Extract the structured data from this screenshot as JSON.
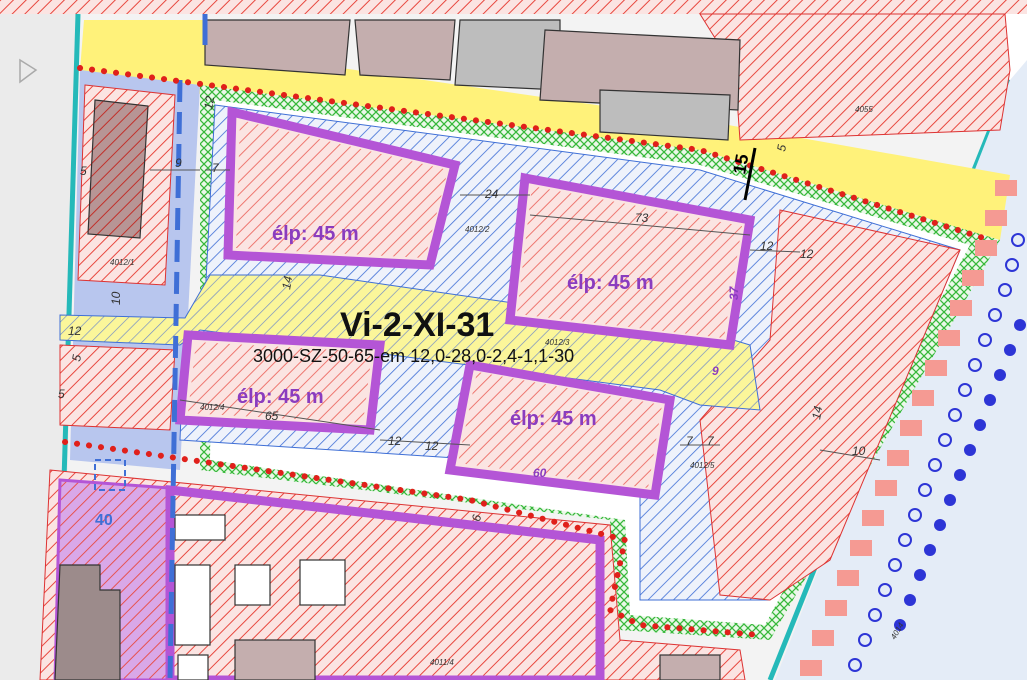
{
  "zone": {
    "code": "Vi-2-XI-31",
    "params": "3000-SZ-50-65-em 12,0-28,0-2,4-1,1-30"
  },
  "buildings": [
    {
      "label": "élp: 45 m"
    },
    {
      "label": "élp: 45 m"
    },
    {
      "label": "élp: 45 m"
    },
    {
      "label": "élp: 45 m"
    }
  ],
  "parcels": [
    "4055",
    "4012/2",
    "4012/1",
    "4012/4",
    "4012/3",
    "4012/5",
    "4011/4",
    "4014"
  ],
  "dimensions": [
    "12",
    "9",
    "5",
    "7",
    "24",
    "73",
    "15",
    "5",
    "12",
    "12",
    "37",
    "9",
    "10",
    "12",
    "5",
    "14",
    "65",
    "12",
    "12",
    "60",
    "7",
    "7",
    "14",
    "10",
    "6",
    "5",
    "40"
  ],
  "colors": {
    "hatch_red": "#e8483f",
    "hatch_blue": "#3f6fd6",
    "purple": "#b455d6",
    "yellow": "#fff27a",
    "green": "#36b83a",
    "teal": "#25b9b9",
    "dots_red": "#e0201b"
  }
}
